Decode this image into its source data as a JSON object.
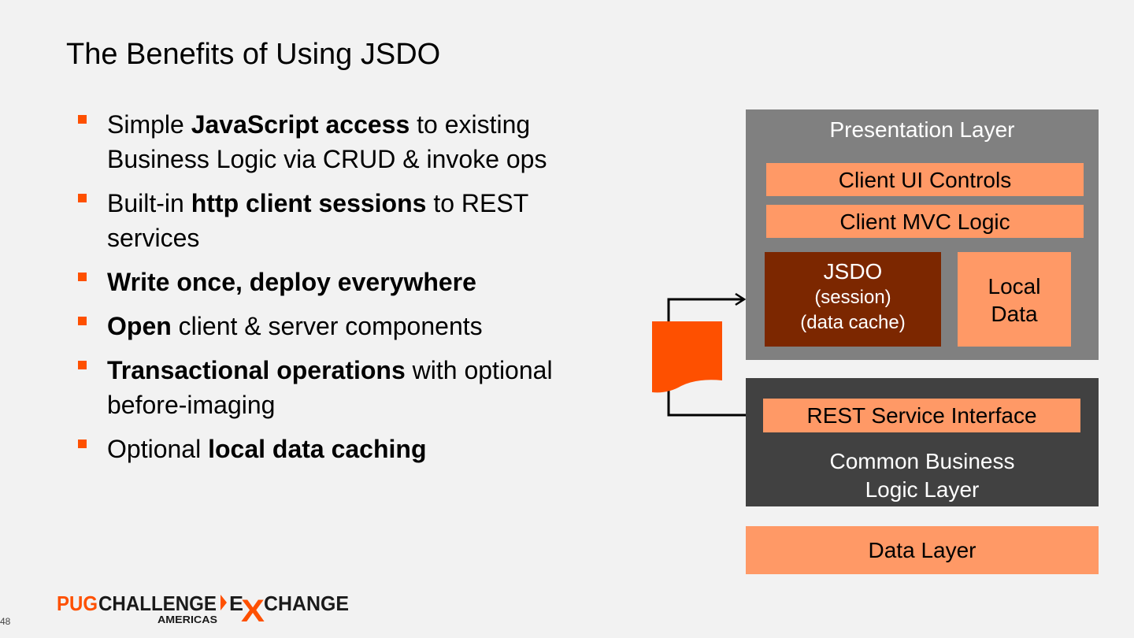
{
  "title": "The Benefits of Using JSDO",
  "bullets": [
    {
      "parts": [
        {
          "t": "Simple ",
          "b": false
        },
        {
          "t": "JavaScript access",
          "b": true
        },
        {
          "t": " to existing Business Logic via CRUD & invoke ops",
          "b": false
        }
      ]
    },
    {
      "parts": [
        {
          "t": "Built-in ",
          "b": false
        },
        {
          "t": "http client sessions",
          "b": true
        },
        {
          "t": " to REST services",
          "b": false
        }
      ]
    },
    {
      "parts": [
        {
          "t": "Write once, deploy everywhere",
          "b": true
        }
      ]
    },
    {
      "parts": [
        {
          "t": "Open",
          "b": true
        },
        {
          "t": " client & server components",
          "b": false
        }
      ]
    },
    {
      "parts": [
        {
          "t": "Transactional operations",
          "b": true
        },
        {
          "t": " with optional before-imaging",
          "b": false
        }
      ]
    },
    {
      "parts": [
        {
          "t": "Optional ",
          "b": false
        },
        {
          "t": "local data caching",
          "b": true
        }
      ]
    }
  ],
  "diagram": {
    "presentation_layer": "Presentation Layer",
    "client_ui_controls": "Client UI Controls",
    "client_mvc_logic": "Client MVC Logic",
    "jsdo": {
      "line1": "JSDO",
      "line2": "(session)",
      "line3": "(data cache)"
    },
    "local_data": {
      "line1": "Local",
      "line2": "Data"
    },
    "rest_interface": "REST Service Interface",
    "business_layer": {
      "line1": "Common Business",
      "line2": "Logic Layer"
    },
    "data_layer": "Data Layer"
  },
  "footer": {
    "logo": {
      "part1": "PUG",
      "part2": "CHALLENGE",
      "sub": "AMERICAS",
      "part3": "E",
      "part4": "X",
      "part5": "CHANGE"
    },
    "page_number": "48"
  },
  "colors": {
    "accent": "#fe5000",
    "salmon": "#ff9966",
    "dark_red": "#7c2700",
    "gray": "#808080",
    "dark_gray": "#414141"
  }
}
